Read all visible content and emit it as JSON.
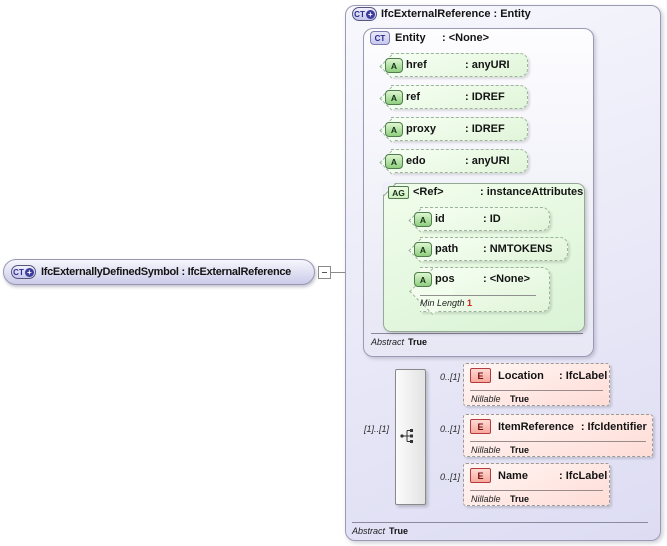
{
  "icons": {
    "ct": "CT",
    "plus": "+",
    "a": "A",
    "ag": "AG",
    "e": "E"
  },
  "root": {
    "label": "IfcExternallyDefinedSymbol : IfcExternalReference"
  },
  "type_box": {
    "title": "IfcExternalReference : Entity",
    "abstract_label": "Abstract",
    "abstract_value": "True"
  },
  "base": {
    "name": "Entity",
    "type": ": <None>",
    "abstract_label": "Abstract",
    "abstract_value": "True",
    "attributes": [
      {
        "name": "href",
        "type": ": anyURI"
      },
      {
        "name": "ref",
        "type": ": IDREF"
      },
      {
        "name": "proxy",
        "type": ": IDREF"
      },
      {
        "name": "edo",
        "type": ": anyURI"
      }
    ]
  },
  "group": {
    "name": "<Ref>",
    "type": ": instanceAttributes",
    "attributes": [
      {
        "name": "id",
        "type": ": ID"
      },
      {
        "name": "path",
        "type": ": NMTOKENS"
      }
    ],
    "pos": {
      "name": "pos",
      "type": ": <None>",
      "facet_label": "Min Length",
      "facet_value": "1"
    }
  },
  "content": {
    "multiplicity": "[1]..[1]",
    "elements": [
      {
        "multiplicity": "0..[1]",
        "name": "Location",
        "type": ": IfcLabel",
        "nillable_label": "Nillable",
        "nillable_value": "True"
      },
      {
        "multiplicity": "0..[1]",
        "name": "ItemReference",
        "type": ": IfcIdentifier",
        "nillable_label": "Nillable",
        "nillable_value": "True"
      },
      {
        "multiplicity": "0..[1]",
        "name": "Name",
        "type": ": IfcLabel",
        "nillable_label": "Nillable",
        "nillable_value": "True"
      }
    ]
  },
  "colors": {
    "lavender_fill": "#dddcf3",
    "green_fill": "#e1f5d9",
    "pink_fill": "#ffdcd6",
    "facet_value_red": "#cc2222",
    "connector_line": "#8c8c8c"
  }
}
